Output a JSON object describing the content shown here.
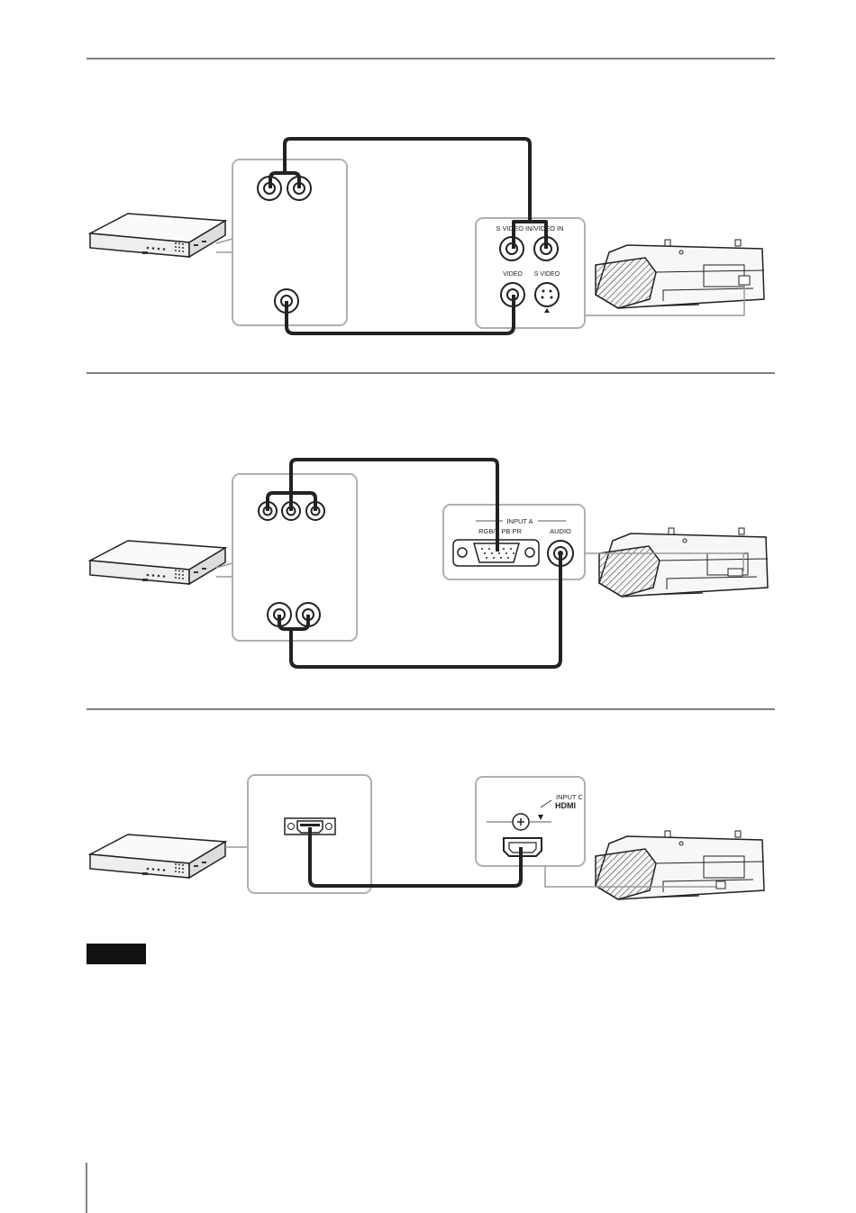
{
  "diagram1": {
    "svideo_in_label": "S VIDEO IN/VIDEO IN",
    "video_label": "VIDEO",
    "svideo_label": "S VIDEO"
  },
  "diagram2": {
    "input_a_label": "INPUT A",
    "rgb_label": "RGB/Y PB PR",
    "audio_label": "AUDIO"
  },
  "diagram3": {
    "input_c_label": "INPUT C",
    "hdmi_label": "HDMI"
  },
  "colors": {
    "cable": "#222222",
    "device_line": "#9a9a9a",
    "panel_border": "#b0b0b0"
  },
  "icons": [
    "av-receiver-icon",
    "projector-icon",
    "rca-jack-icon",
    "svideo-jack-icon",
    "vga-connector-icon",
    "audio-jack-icon",
    "hdmi-port-icon"
  ]
}
